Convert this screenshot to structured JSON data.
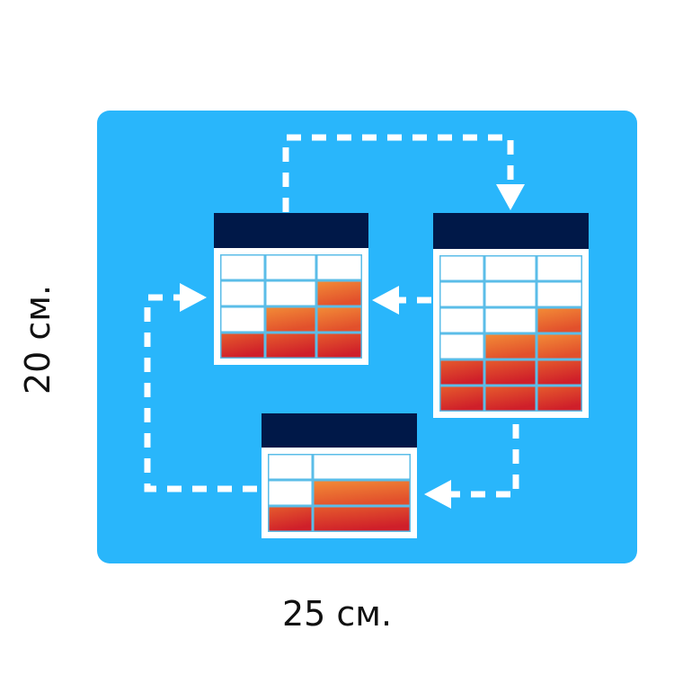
{
  "illustration": {
    "colors": {
      "pad": "#29b6fb",
      "header": "#001848",
      "grid_line": "#5bbde8",
      "cell_empty": "#ffffff",
      "fill_light": "#f07830",
      "fill_dark": "#d42628",
      "connector": "#ffffff"
    },
    "tables": [
      {
        "name": "table-top-left",
        "fills": [
          [
            0,
            0,
            0
          ],
          [
            0,
            0,
            1
          ],
          [
            0,
            1,
            1
          ],
          [
            1,
            1,
            1
          ]
        ]
      },
      {
        "name": "table-top-right",
        "fills": [
          [
            0,
            0,
            0
          ],
          [
            0,
            0,
            0
          ],
          [
            0,
            0,
            1
          ],
          [
            0,
            1,
            1
          ],
          [
            1,
            1,
            1
          ],
          [
            1,
            1,
            1
          ]
        ]
      },
      {
        "name": "table-bottom",
        "fills": [
          [
            0,
            0
          ],
          [
            0,
            1
          ],
          [
            1,
            1
          ]
        ]
      }
    ]
  },
  "dimensions": {
    "width_label": "25 см.",
    "height_label": "20 см."
  }
}
